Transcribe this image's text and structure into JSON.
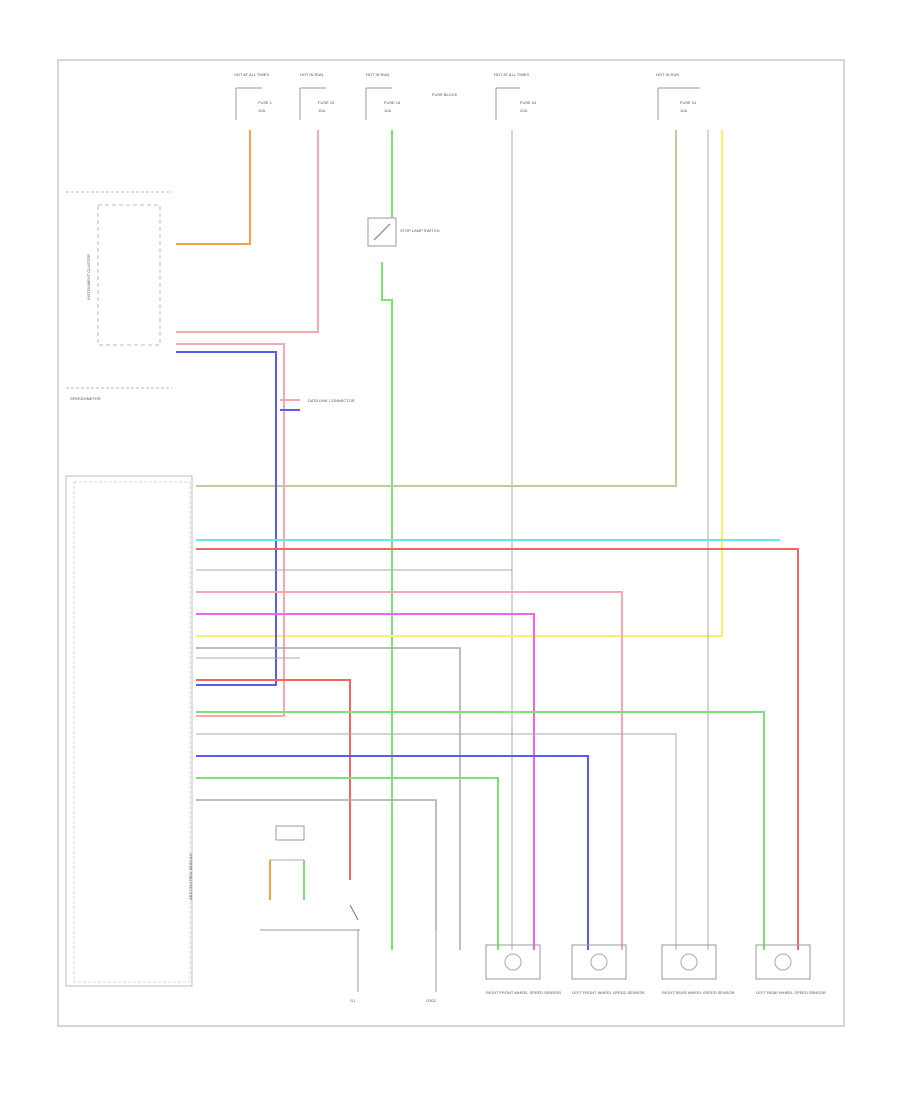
{
  "diagram": {
    "fuses": [
      {
        "label": "HOT AT ALL TIMES",
        "fuse": "FUSE 1",
        "amps": "10A"
      },
      {
        "label": "HOT IN RUN",
        "fuse": "FUSE 15",
        "amps": "10A"
      },
      {
        "label": "HOT IN RUN",
        "fuse": "FUSE 16",
        "amps": "10A"
      },
      {
        "label": "HOT AT ALL TIMES",
        "fuse": "FUSE 24",
        "amps": "20A"
      },
      {
        "label": "HOT IN RUN",
        "fuse": "FUSE 31",
        "amps": "10A"
      }
    ],
    "fuse_box_label": "FUSE BLOCK",
    "modules": {
      "gauge_left": "INSTRUMENT CLUSTER",
      "gauge_sub": "SPEEDOMETER",
      "brake_switch": "STOP LAMP SWITCH",
      "main_module": "ABS CONTROL MODULE",
      "connector_label": "DATA LINK CONNECTOR",
      "ground_left": "G1",
      "ground_bottom": "G302",
      "sensors": [
        "RIGHT FRONT WHEEL SPEED SENSOR",
        "LEFT FRONT WHEEL SPEED SENSOR",
        "RIGHT REAR WHEEL SPEED SENSOR",
        "LEFT REAR WHEEL SPEED SENSOR"
      ]
    },
    "colors": {
      "orange": "#f5a04a",
      "pink": "#f7a8b0",
      "green": "#7fe07a",
      "blue": "#5b5bf0",
      "magenta": "#ee66ee",
      "yellow": "#f4f46a",
      "cyan": "#66e6f0",
      "red": "#f06666",
      "olive": "#c8c89a",
      "gray": "#a8a8a8"
    }
  }
}
